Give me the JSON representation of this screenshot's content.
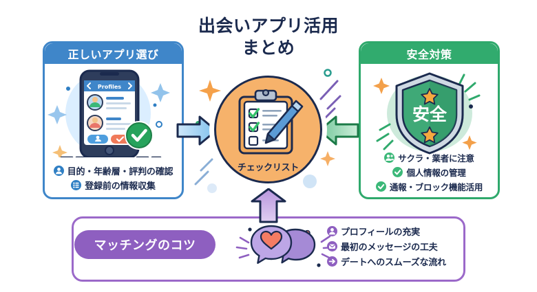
{
  "title": {
    "line1": "出会いアプリ活用",
    "line2": "まとめ"
  },
  "hub": {
    "label": "チェックリスト",
    "icon": "clipboard-checklist-icon",
    "color": "#f6b26b",
    "outline": "#1b2a4e"
  },
  "left_card": {
    "header": "正しいアプリ選び",
    "color": "#3f86c9",
    "art": "smartphone-profiles-illustration",
    "phone": {
      "screen_title": "Profiles",
      "prev_icon": "chevron-left-icon",
      "next_icon": "chevron-right-icon",
      "badge_icon": "check-circle-icon"
    },
    "bullets": [
      {
        "icon": "person-icon",
        "text": "目的・年齢層・評判の確認"
      },
      {
        "icon": "list-icon",
        "text": "登録前の情報収集"
      }
    ]
  },
  "right_card": {
    "header": "安全対策",
    "color": "#31ab6e",
    "art": "security-shield-illustration",
    "shield": {
      "text": "安全",
      "star_icon": "star-icon"
    },
    "bullets": [
      {
        "icon": "people-icon",
        "text": "サクラ・業者に注意"
      },
      {
        "icon": "check-icon",
        "text": "個人情報の管理"
      },
      {
        "icon": "check-icon",
        "text": "通報・ブロック機能活用"
      }
    ]
  },
  "bottom_card": {
    "pill_label": "マッチングのコツ",
    "color": "#8e5fc0",
    "art": "chat-bubbles-heart-illustration",
    "bullets": [
      {
        "icon": "person-icon",
        "text": "プロフィールの充実"
      },
      {
        "icon": "envelope-icon",
        "text": "最初のメッセージの工夫"
      },
      {
        "icon": "arrow-right-icon",
        "text": "デートへのスムーズな流れ"
      }
    ]
  },
  "arrows": [
    {
      "name": "arrow-left-to-hub",
      "direction": "right",
      "color": "#a8d4f0"
    },
    {
      "name": "arrow-right-to-hub",
      "direction": "left",
      "color": "#a5dcbb"
    },
    {
      "name": "arrow-bottom-to-hub",
      "direction": "up",
      "color": "#cdaee6"
    }
  ]
}
